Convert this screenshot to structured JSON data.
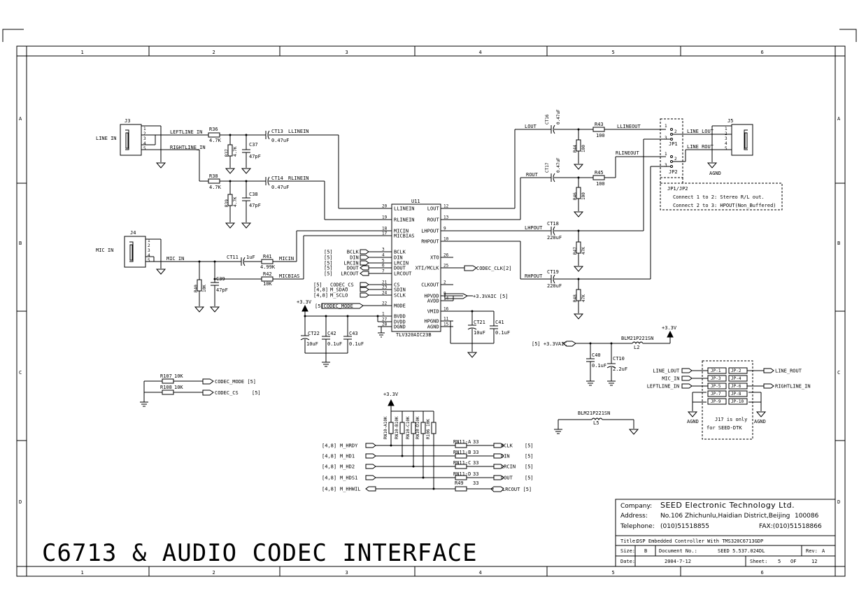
{
  "title_block": {
    "company_label": "Company:",
    "company": "SEED Electronic Technology Ltd.",
    "address_label": "Address:",
    "address": "No.106 Zhichunlu,Haidian District,Beijing",
    "postcode": "100086",
    "telephone_label": "Telephone:",
    "telephone": "(010)51518855",
    "fax": "FAX:(010)51518866",
    "title_label": "Title:",
    "title": "DSP Embedded Controller With TMS320C6713GDP",
    "size_label": "Size:",
    "size": "B",
    "docno_label": "Document No.:",
    "docno": "SEED 5.537.024DL",
    "rev_label": "Rev:",
    "rev": "A",
    "date_label": "Date:",
    "date": "2004-7-12",
    "sheet_label": "Sheet:",
    "sheet": "5",
    "of_label": "OF",
    "of": "12"
  },
  "sheet_title": "C6713 & AUDIO CODEC INTERFACE",
  "border": {
    "cols": [
      "1",
      "2",
      "3",
      "4",
      "5",
      "6"
    ],
    "rows": [
      "A",
      "B",
      "C",
      "D"
    ]
  },
  "labels": {
    "line_in": "LINE IN",
    "mic_in": "MIC IN",
    "j3": "J3",
    "j4": "J4",
    "j5": "J5",
    "leftline_in": "LEFTLINE_IN",
    "rightline_in": "RIGHTLINE_IN",
    "r36": "R36",
    "r36v": "4.7K",
    "r37": "R37",
    "r37v": "4.7K",
    "c37": "C37",
    "c37v": "47pF",
    "ct13": "CT13",
    "llinein": "LLINEIN",
    "ct13v": "0.47uF",
    "r38": "R38",
    "r38v": "4.7K",
    "r39": "R39",
    "r39v": "4.7K",
    "c38": "C38",
    "c38v": "47pF",
    "ct14": "CT14",
    "rlinein": "RLINEIN",
    "ct14v": "0.47uF",
    "mic_in_net": "MIC_IN",
    "ct11": "CT11",
    "ct11v": "1uF",
    "r41": "R41",
    "r41v": "4.99K",
    "micin": "MICIN",
    "r40": "R40",
    "r40v": "10K",
    "c39": "C39",
    "c39v": "47pF",
    "r42": "R42",
    "r42v": "10K",
    "micbias": "MICBIAS",
    "u11": "U11",
    "u11_part": "TLV320AIC23B",
    "lout": "LOUT",
    "rout": "ROUT",
    "ct16": "CT16",
    "ct16v": "0.47uF",
    "ct17": "CT17",
    "ct17v": "0.47uF",
    "r43": "R43",
    "r43v": "100",
    "llineout": "LLINEOUT",
    "r44": "R44",
    "r44v": "100",
    "r45": "R45",
    "r45v": "100",
    "rlineout": "RLINEOUT",
    "r46": "R46",
    "r46v": "100",
    "line_lout": "LINE_LOUT",
    "line_rout": "LINE_ROUT",
    "jp1": "JP1",
    "jp2": "JP2",
    "agnd": "AGND",
    "jp_note1": "JP1/JP2",
    "jp_note2": "Connect 1 to 2: Stereo R/L out.",
    "jp_note3": "Connect 2 to 3: HPOUT(Non_Buffered)",
    "lhpout": "LHPOUT",
    "ct18": "CT18",
    "ct18v": "220uF",
    "r47": "R47",
    "r47v": "47K",
    "rhpout": "RHPOUT",
    "ct19": "CT19",
    "ct19v": "220uF",
    "r48": "R48",
    "r48v": "47K",
    "codec_clk": "CODEC_CLK[2]",
    "aic33": "+3.3VAIC [5]",
    "p33": "+3.3V",
    "codec_mode_in": "[5]CODEC_MODE",
    "ct22": "CT22",
    "ct22v": "10uF",
    "c42": "C42",
    "c42v": "0.1uF",
    "c43": "C43",
    "c43v": "0.1uF",
    "ct21": "CT21",
    "ct21v": "10uF",
    "c41": "C41",
    "c41v": "0.1uF",
    "aic_src": "[5] +3.3VAIC",
    "l2part": "BLM21P221SN",
    "l2": "L2",
    "c40": "C40",
    "c40v": "0.1uF",
    "ct10": "CT10",
    "ct10v": "2.2uF",
    "r107": "R107",
    "r107v": "10K",
    "codec_mode_out": "CODEC_MODE [5]",
    "r108": "R108",
    "r108v": "10K",
    "codec_cs_out": "CODEC_CS",
    "codec_cs_ref": "[5]",
    "j17_note1": "J17 is only",
    "j17_note2": "for SEED-DTK",
    "l5part": "BLM21P221SN",
    "l5": "L5",
    "rn49": "R49",
    "rn49v": "33",
    "lrcout5": "LRCOUT [5]",
    "ref5": "[5]"
  },
  "u11_left_pins": [
    {
      "num": "20",
      "name": "LLINEIN"
    },
    {
      "num": "19",
      "name": "RLINEIN"
    },
    {
      "num": "18",
      "name": "MICIN"
    },
    {
      "num": "17",
      "name": "MICBIAS"
    },
    {
      "num": "3",
      "name": "BCLK"
    },
    {
      "num": "4",
      "name": "DIN"
    },
    {
      "num": "5",
      "name": "LRCIN"
    },
    {
      "num": "6",
      "name": "DOUT"
    },
    {
      "num": "7",
      "name": "LRCOUT"
    },
    {
      "num": "21",
      "name": "CS"
    },
    {
      "num": "23",
      "name": "SDIN"
    },
    {
      "num": "24",
      "name": "SCLK"
    },
    {
      "num": "22",
      "name": "MODE"
    },
    {
      "num": "1",
      "name": "BVDD"
    },
    {
      "num": "27",
      "name": "DVDD"
    },
    {
      "num": "28",
      "name": "DGND"
    }
  ],
  "u11_right_pins": [
    {
      "num": "12",
      "name": "LOUT"
    },
    {
      "num": "13",
      "name": "ROUT"
    },
    {
      "num": "9",
      "name": "LHPOUT"
    },
    {
      "num": "10",
      "name": "RHPOUT"
    },
    {
      "num": "26",
      "name": "XTO"
    },
    {
      "num": "25",
      "name": "XTI/MCLK"
    },
    {
      "num": "2",
      "name": "CLKOUT"
    },
    {
      "num": "8",
      "name": "HPVDD"
    },
    {
      "num": "14",
      "name": "AVDD"
    },
    {
      "num": "16",
      "name": "VMID"
    },
    {
      "num": "11",
      "name": "HPGND"
    },
    {
      "num": "15",
      "name": "AGND"
    }
  ],
  "serial_nets": [
    {
      "ref": "[5]",
      "name": "BCLK"
    },
    {
      "ref": "[5]",
      "name": "DIN"
    },
    {
      "ref": "[5]",
      "name": "LRCIN"
    },
    {
      "ref": "[5]",
      "name": "DOUT"
    },
    {
      "ref": "[5]",
      "name": "LRCOUT"
    }
  ],
  "ctrl_nets": [
    {
      "ref": "[5]",
      "name": "CODEC_CS"
    },
    {
      "ref": "[4,8]",
      "name": "M_SDAO"
    },
    {
      "ref": "[4,8]",
      "name": "M_SCLO"
    }
  ],
  "j17_pins": [
    [
      "JP-1",
      "JP-2"
    ],
    [
      "JP-3",
      "JP-4"
    ],
    [
      "JP-5",
      "JP-6"
    ],
    [
      "JP-7",
      "JP-8"
    ],
    [
      "JP-9",
      "JP-10"
    ]
  ],
  "j17_left": [
    "LINE_LOUT",
    "MIC_IN",
    "LEFTLINE_IN"
  ],
  "j17_right": [
    "LINE_ROUT",
    "RIGHTLINE_IN"
  ],
  "rn_res": [
    "RN10-A10K",
    "RN10-B10K",
    "RN10-C10K",
    "RN10-D10K",
    "R106 10K"
  ],
  "hpi_in": [
    {
      "ref": "[4,8]",
      "name": "M_HRDY"
    },
    {
      "ref": "[4,8]",
      "name": "M_HD1"
    },
    {
      "ref": "[4,8]",
      "name": "M_HD2"
    },
    {
      "ref": "[4,8]",
      "name": "M_HDS1"
    },
    {
      "ref": "[4,8]",
      "name": "M_HHWIL"
    }
  ],
  "rn_series": [
    {
      "name": "RN11-A",
      "val": "33",
      "net": "BCLK"
    },
    {
      "name": "RN11-B",
      "val": "33",
      "net": "DIN"
    },
    {
      "name": "RN11-C",
      "val": "33",
      "net": "LRCIN"
    },
    {
      "name": "RN11-D",
      "val": "33",
      "net": "DOUT"
    }
  ]
}
